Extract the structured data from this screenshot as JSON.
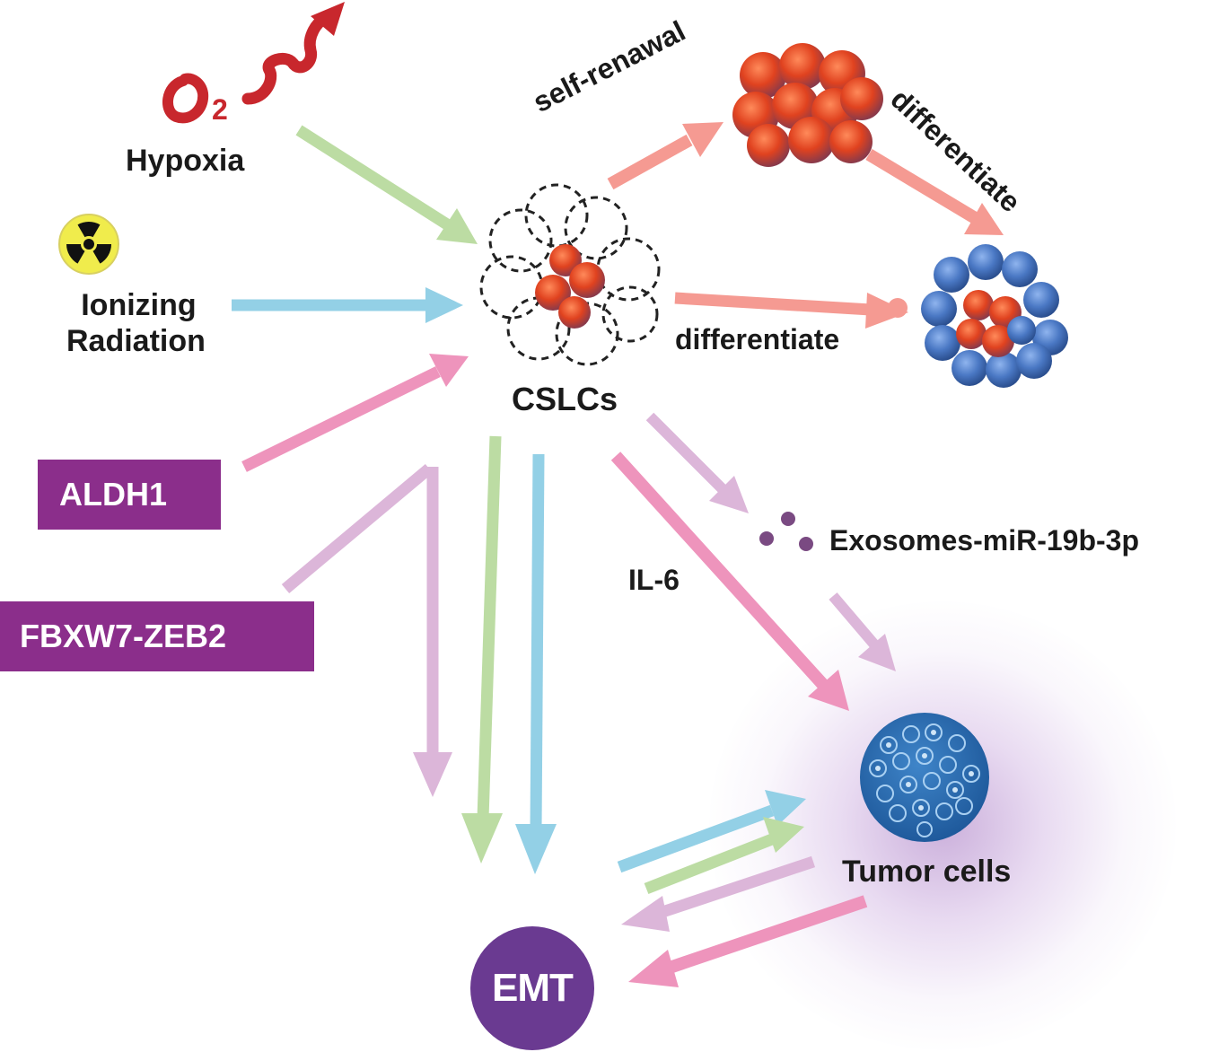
{
  "labels": {
    "oxygen": "O",
    "oxygen_sub": "2",
    "hypoxia": "Hypoxia",
    "ionizing_line1": "Ionizing",
    "ionizing_line2": "Radiation",
    "aldh1": "ALDH1",
    "fbxw7": "FBXW7-ZEB2",
    "cslcs": "CSLCs",
    "self_renewal": "self-renawal",
    "differentiate_top": "differentiate",
    "differentiate_mid": "differentiate",
    "exosomes": "Exosomes-miR-19b-3p",
    "il6": "IL-6",
    "tumor_cells": "Tumor cells",
    "emt": "EMT"
  },
  "colors": {
    "green": "#bcdca3",
    "blue": "#93d0e6",
    "pink": "#ee94bc",
    "lavender": "#dcb6d9",
    "salmon": "#f59a92",
    "red": "#c8272d",
    "purple_box": "#8b2e8b",
    "emt_circle": "#6a3a91",
    "red_cell": "#e24a2c",
    "blue_cell": "#4a78c4",
    "tumor_blue": "#2f6eb3"
  },
  "icons": {
    "radiation": "radiation-icon",
    "oxygen": "oxygen-icon"
  }
}
